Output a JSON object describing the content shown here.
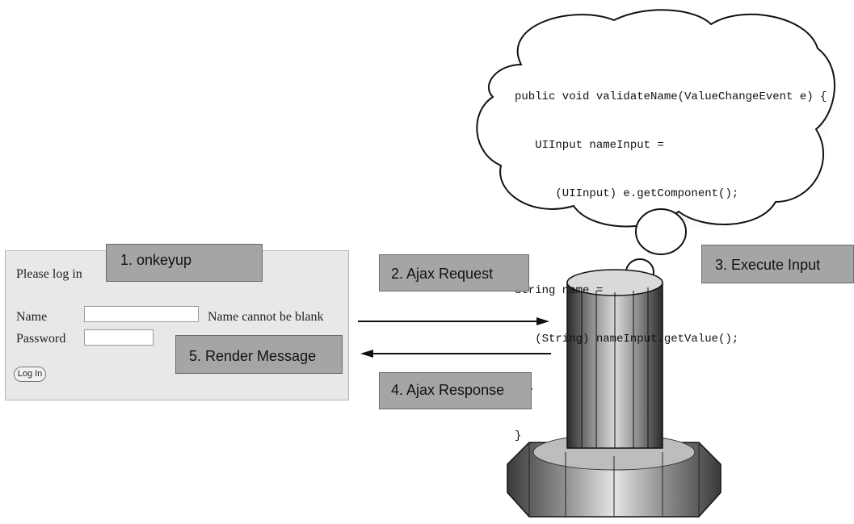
{
  "login": {
    "title": "Please log in",
    "name_label": "Name",
    "password_label": "Password",
    "name_value": "",
    "password_value": "",
    "error_message": "Name cannot be blank",
    "login_button": "Log In"
  },
  "steps": {
    "step1": "1. onkeyup",
    "step2": "2. Ajax Request",
    "step3": "3. Execute Input",
    "step4": "4. Ajax Response",
    "step5": "5. Render Message"
  },
  "code": {
    "lines": [
      "public void validateName(ValueChangeEvent e) {",
      "   UIInput nameInput =",
      "      (UIInput) e.getComponent();",
      "",
      "String name =",
      "   (String) nameInput.getValue();",
      "...",
      "}"
    ]
  }
}
